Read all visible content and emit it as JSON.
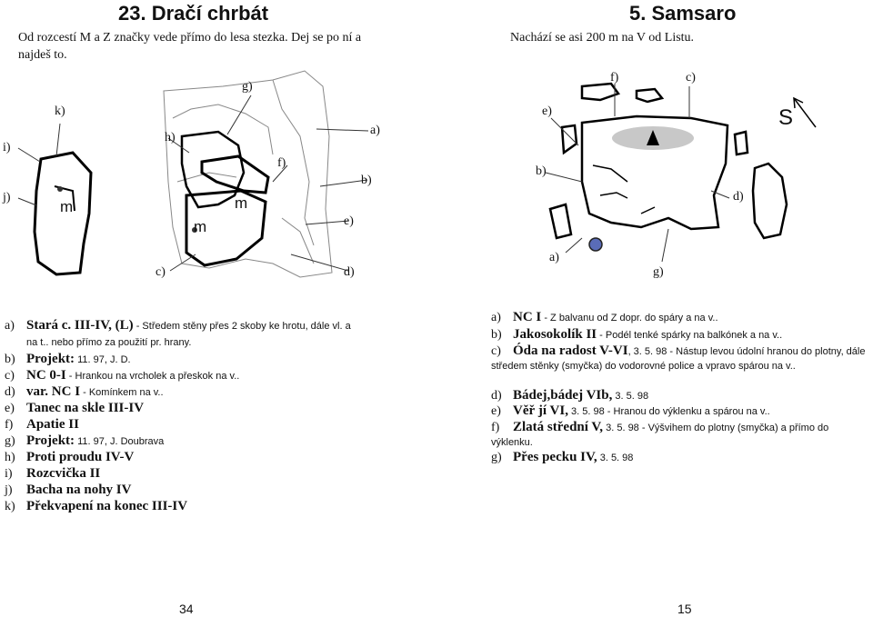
{
  "left": {
    "title": "23. Dračí chrbát",
    "intro": "Od rozcestí M a Z značky vede přímo do lesa stezka. Dej se po ní a najdeš to.",
    "map_labels": {
      "a": "a)",
      "b": "b)",
      "c": "c)",
      "d": "d)",
      "e": "e)",
      "f": "f)",
      "g": "g)",
      "h": "h)",
      "i": "i)",
      "j": "j)",
      "k": "k)",
      "m1": "m",
      "m2": "m",
      "m3": "m"
    },
    "routes": [
      {
        "key": "a)",
        "name": "Stará c. III-IV, (L)",
        "desc": " - Středem stěny přes 2 skoby ke hrotu, dále vl. a",
        "desc2": "na t.. nebo přímo za použití pr. hrany."
      },
      {
        "key": "b)",
        "name": "Projekt:",
        "desc": " 11. 97, J. D."
      },
      {
        "key": "c)",
        "name": "NC 0-I",
        "desc": " - Hrankou na vrcholek a přeskok na v.."
      },
      {
        "key": "d)",
        "name": "var. NC I",
        "desc": " - Komínkem na v.."
      },
      {
        "key": "e)",
        "name": "Tanec na skle III-IV",
        "desc": ""
      },
      {
        "key": "f)",
        "name": "Apatie II",
        "desc": ""
      },
      {
        "key": "g)",
        "name": "Projekt:",
        "desc": " 11. 97, J. Doubrava"
      },
      {
        "key": "h)",
        "name": "Proti proudu IV-V",
        "desc": ""
      },
      {
        "key": "i)",
        "name": "Rozcvička II",
        "desc": ""
      },
      {
        "key": "j)",
        "name": "Bacha na nohy IV",
        "desc": ""
      },
      {
        "key": "k)",
        "name": "Překvapení na konec III-IV",
        "desc": ""
      }
    ],
    "page_number": "34"
  },
  "right": {
    "title": "5. Samsaro",
    "intro": "Nachází se asi 200 m na V od Listu.",
    "map_labels": {
      "a": "a)",
      "b": "b)",
      "c": "c)",
      "d": "d)",
      "e": "e)",
      "f": "f)",
      "g": "g)",
      "north": "S"
    },
    "routes": [
      {
        "key": "a)",
        "name": "NC I",
        "desc": " - Z balvanu od Z dopr. do spáry a na v.."
      },
      {
        "key": "b)",
        "name": "Jakosokolík II",
        "desc": " - Podél tenké spárky na balkónek a na v.."
      },
      {
        "key": "c)",
        "name": "Óda na radost V-VI",
        "desc": ", 3. 5. 98 - Nástup levou údolní hranou do plotny, dále středem stěnky (smyčka) do vodorovné police a vpravo spárou na v.."
      },
      {
        "key": "d)",
        "name": "Bádej,bádej VIb,",
        "desc": " 3. 5. 98"
      },
      {
        "key": "e)",
        "name": "Věř jí VI,",
        "desc": " 3. 5. 98 - Hranou do výklenku a spárou na v.."
      },
      {
        "key": "f)",
        "name": "Zlatá střední V,",
        "desc": " 3. 5. 98 - Výšvihem do plotny (smyčka) a přímo do výklenku."
      },
      {
        "key": "g)",
        "name": "Přes pecku IV,",
        "desc": " 3. 5. 98"
      }
    ],
    "page_number": "15"
  }
}
